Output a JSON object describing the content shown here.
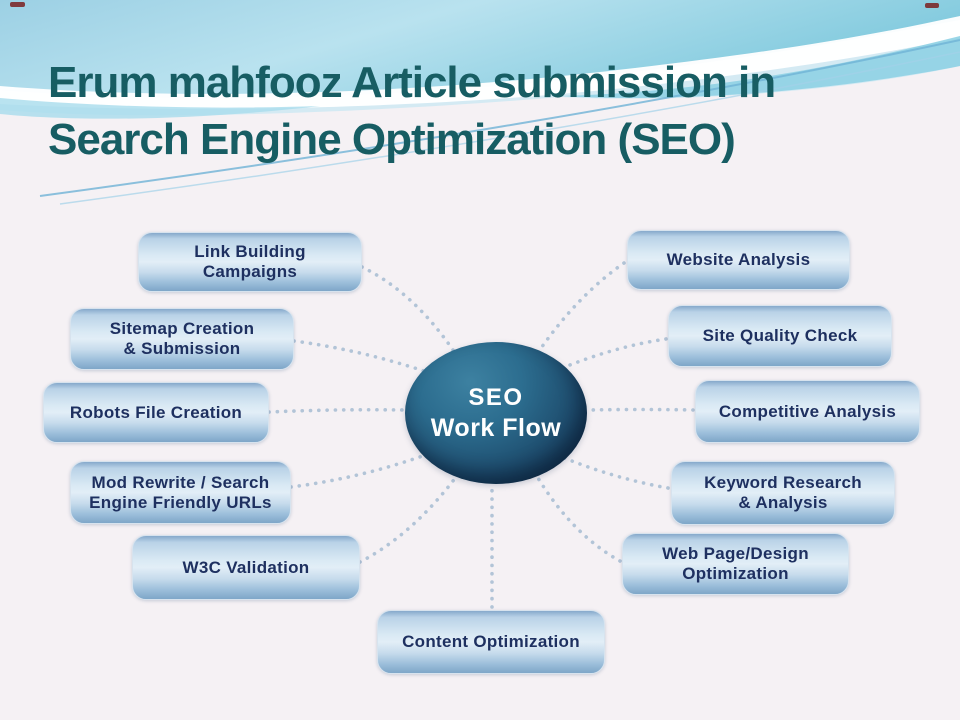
{
  "slide": {
    "title_line1": "Erum mahfooz Article submission in",
    "title_line2": "Search Engine Optimization (SEO)"
  },
  "diagram": {
    "center": {
      "line1": "SEO",
      "line2": "Work Flow"
    },
    "nodes": [
      {
        "id": "link-building-campaigns",
        "lines": [
          "Link Building",
          "Campaigns"
        ]
      },
      {
        "id": "sitemap-creation-submission",
        "lines": [
          "Sitemap Creation",
          "& Submission"
        ]
      },
      {
        "id": "robots-file-creation",
        "lines": [
          "Robots File Creation"
        ]
      },
      {
        "id": "mod-rewrite-sef-urls",
        "lines": [
          "Mod Rewrite / Search",
          "Engine Friendly URLs"
        ]
      },
      {
        "id": "w3c-validation",
        "lines": [
          "W3C Validation"
        ]
      },
      {
        "id": "content-optimization",
        "lines": [
          "Content Optimization"
        ]
      },
      {
        "id": "website-analysis",
        "lines": [
          "Website Analysis"
        ]
      },
      {
        "id": "site-quality-check",
        "lines": [
          "Site Quality Check"
        ]
      },
      {
        "id": "competitive-analysis",
        "lines": [
          "Competitive Analysis"
        ]
      },
      {
        "id": "keyword-research-analysis",
        "lines": [
          "Keyword Research",
          "& Analysis"
        ]
      },
      {
        "id": "web-page-design-optimization",
        "lines": [
          "Web Page/Design",
          "Optimization"
        ]
      }
    ]
  },
  "colors": {
    "background": "#f5f1f4",
    "title_text": "#175d63",
    "banner_blue": "#9fd2e5",
    "node_text": "#1e3060",
    "node_gradient_top": "#86a9cb",
    "node_gradient_mid": "#e2eef7",
    "node_gradient_bottom": "#7ea6c8",
    "sphere_highlight": "#3d81a1",
    "sphere_edge": "#122c47",
    "sphere_text": "#ffffff",
    "connector_dot": "#b2c4d7"
  }
}
